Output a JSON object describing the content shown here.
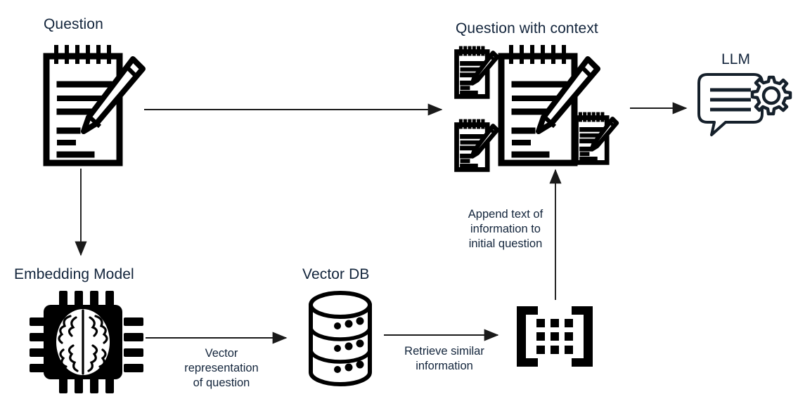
{
  "diagram": {
    "title_nodes": {
      "question": "Question",
      "question_with_context": "Question with context",
      "llm": "LLM",
      "embedding_model": "Embedding Model",
      "vector_db": "Vector DB"
    },
    "edge_labels": {
      "append": "Append text of\ninformation to\ninitial question",
      "vector_repr": "Vector\nrepresentation\nof question",
      "retrieve": "Retrieve similar\ninformation"
    },
    "icons": {
      "question": "notepad-pencil-icon",
      "question_with_context": "notepad-pencil-group-icon",
      "llm": "chat-bubble-gear-icon",
      "embedding_model": "brain-chip-icon",
      "vector_db": "database-cylinder-icon",
      "vector": "matrix-brackets-icon"
    },
    "colors": {
      "stroke": "#000000",
      "text": "#12243b",
      "arrow": "#1a1a1a",
      "background": "#ffffff"
    },
    "edges": [
      {
        "from": "question",
        "to": "question-with-context",
        "direction": "right"
      },
      {
        "from": "question",
        "to": "embedding-model",
        "direction": "down"
      },
      {
        "from": "question-with-context",
        "to": "llm",
        "direction": "right"
      },
      {
        "from": "embedding-model",
        "to": "vector-db",
        "direction": "right"
      },
      {
        "from": "vector-db",
        "to": "vector-matrix",
        "direction": "right"
      },
      {
        "from": "vector-matrix",
        "to": "question-with-context",
        "direction": "up"
      }
    ]
  }
}
